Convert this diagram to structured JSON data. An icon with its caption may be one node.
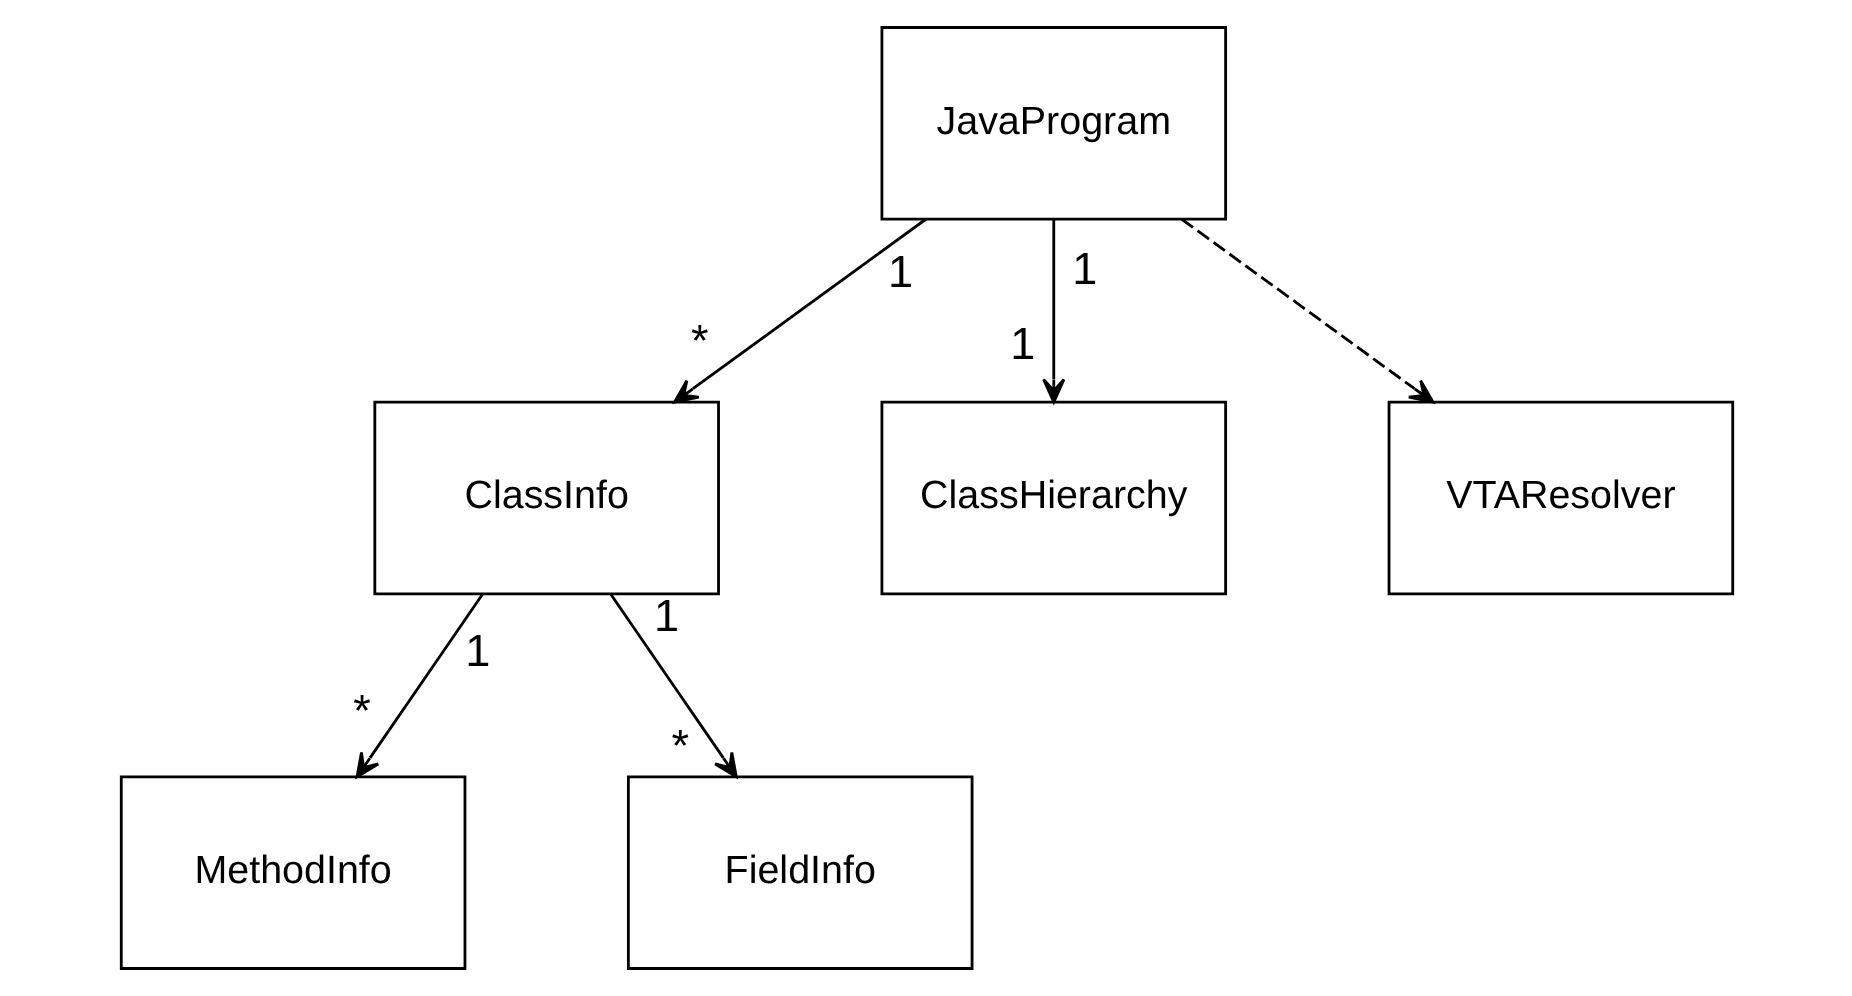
{
  "diagram": {
    "nodes": [
      {
        "text": [
          "JavaProgram"
        ]
      },
      {
        "text": [
          "ClassInfo"
        ]
      },
      {
        "text": [
          "ClassHierarchy"
        ]
      },
      {
        "text": [
          "VTAResolver"
        ]
      },
      {
        "text": [
          "MethodInfo"
        ]
      },
      {
        "text": [
          "FieldInfo"
        ]
      }
    ],
    "edges": [
      {
        "from": 0,
        "to": 1,
        "arrow": "to"
      },
      {
        "from": 0,
        "to": 2,
        "arrow": "to"
      },
      {
        "from": 0,
        "to": 3,
        "arrow": "to",
        "style": "dashed"
      },
      {
        "from": 1,
        "to": 4,
        "arrow": "to"
      },
      {
        "from": 1,
        "to": 5,
        "arrow": "to"
      }
    ],
    "labels": [
      "1",
      "1",
      "*",
      "1",
      "1",
      "1",
      "*",
      "*"
    ]
  }
}
